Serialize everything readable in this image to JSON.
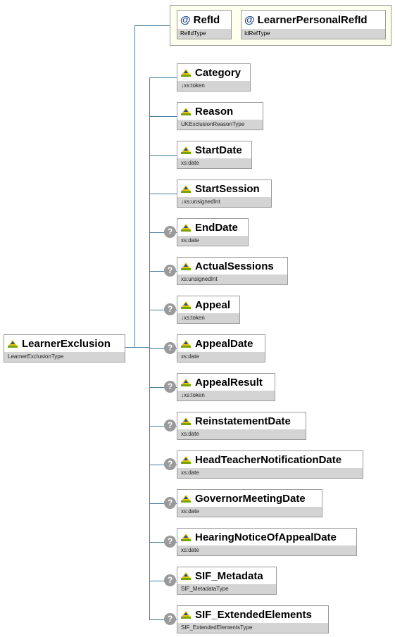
{
  "root": {
    "name": "LearnerExclusion",
    "type": "LearnerExclusionType"
  },
  "attributes": [
    {
      "name": "RefId",
      "type": "RefIdType"
    },
    {
      "name": "LearnerPersonalRefId",
      "type": "IdRefType"
    }
  ],
  "attribute_symbol": "@",
  "optional_symbol": "?",
  "children": [
    {
      "name": "Category",
      "type": "↓xs:token"
    },
    {
      "name": "Reason",
      "type": "UKExclusionReasonType"
    },
    {
      "name": "StartDate",
      "type": "xs:date"
    },
    {
      "name": "StartSession",
      "type": "↓xs:unsignedInt"
    },
    {
      "name": "EndDate",
      "type": "xs:date"
    },
    {
      "name": "ActualSessions",
      "type": "xs:unsignedInt"
    },
    {
      "name": "Appeal",
      "type": "↓xs:token"
    },
    {
      "name": "AppealDate",
      "type": "xs:date"
    },
    {
      "name": "AppealResult",
      "type": "↓xs:token"
    },
    {
      "name": "ReinstatementDate",
      "type": "xs:date"
    },
    {
      "name": "HeadTeacherNotificationDate",
      "type": "xs:date"
    },
    {
      "name": "GovernorMeetingDate",
      "type": "xs:date"
    },
    {
      "name": "HearingNoticeOfAppealDate",
      "type": "xs:date"
    },
    {
      "name": "SIF_Metadata",
      "type": "SIF_MetadataType"
    },
    {
      "name": "SIF_ExtendedElements",
      "type": "SIF_ExtendedElementsType"
    }
  ],
  "optional_children": [
    false,
    false,
    false,
    false,
    true,
    true,
    true,
    true,
    true,
    true,
    true,
    true,
    true,
    true,
    true
  ]
}
